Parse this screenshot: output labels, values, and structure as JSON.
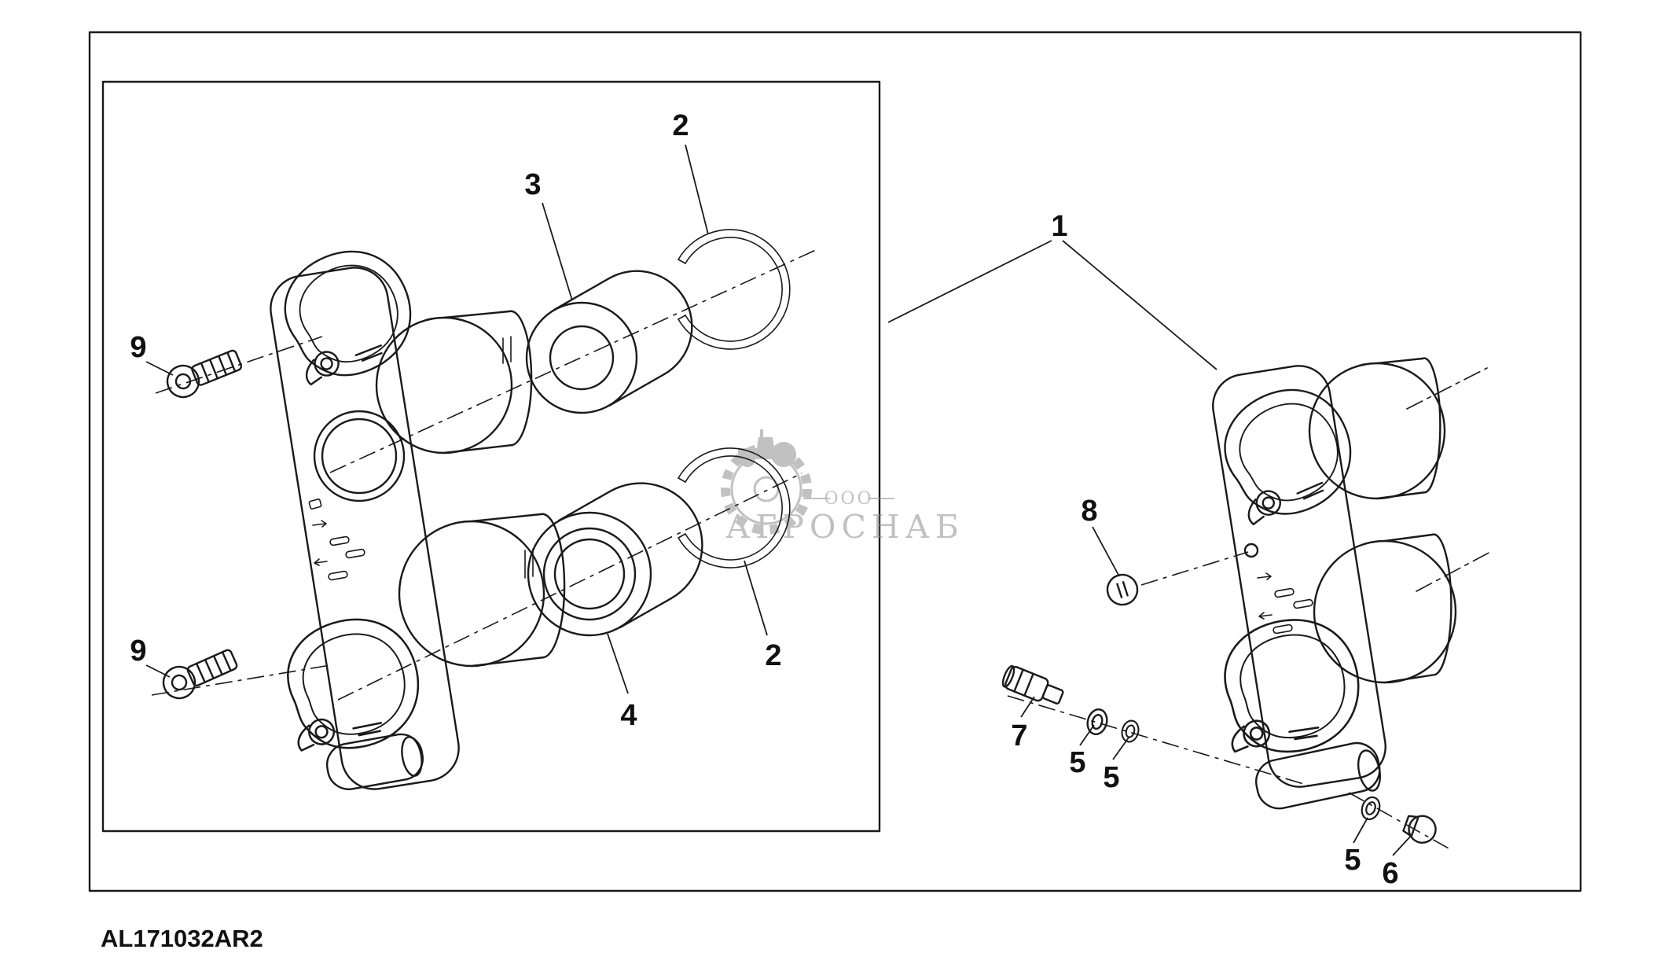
{
  "page": {
    "background": "#ffffff",
    "line_color": "#1a1a1a"
  },
  "drawing": {
    "code": "AL171032AR2",
    "watermark": {
      "org_type": "ООО",
      "org_name": "АГРОСНАБ",
      "color": "#8f8f8f"
    },
    "callouts": {
      "part1": "1",
      "part2_top": "2",
      "part2_bottom": "2",
      "part3": "3",
      "part4": "4",
      "part5_a": "5",
      "part5_b": "5",
      "part5_c": "5",
      "part6": "6",
      "part7": "7",
      "part8": "8",
      "part9_top": "9",
      "part9_bottom": "9"
    }
  }
}
